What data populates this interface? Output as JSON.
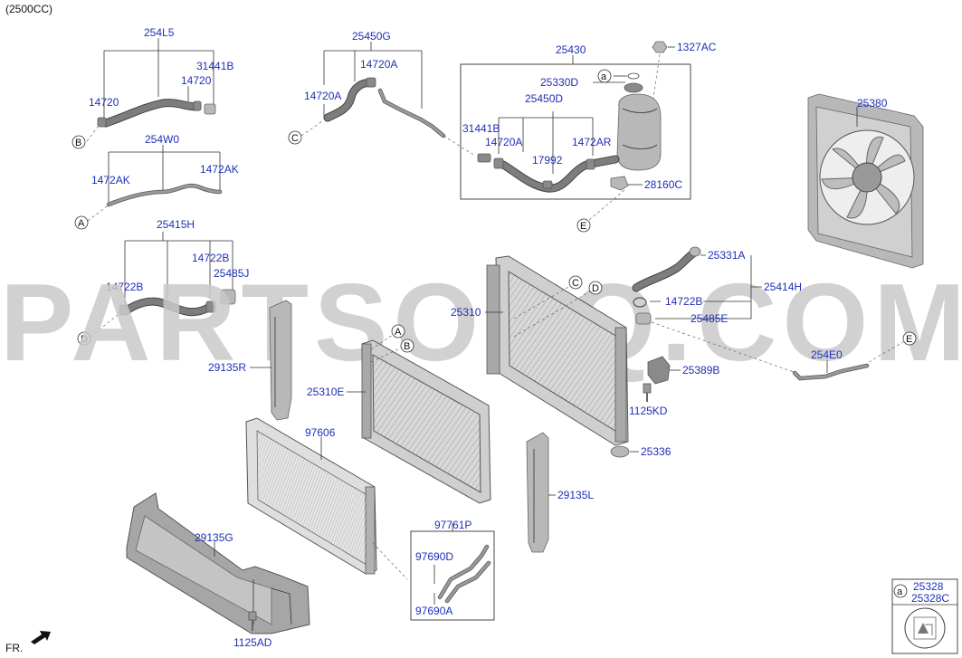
{
  "engine_label": "(2500CC)",
  "watermark": "PARTSOUQ.COM",
  "fr_label": "FR.",
  "parts": {
    "p254L5": "254L5",
    "p31441B_a": "31441B",
    "p14720_a": "14720",
    "p14720_b": "14720",
    "p254W0": "254W0",
    "p1472AK_a": "1472AK",
    "p1472AK_b": "1472AK",
    "p25415H": "25415H",
    "p14722B_a": "14722B",
    "p14722B_b": "14722B",
    "p25485J": "25485J",
    "p25450G": "25450G",
    "p14720A_a": "14720A",
    "p14720A_b": "14720A",
    "p25430": "25430",
    "p1327AC": "1327AC",
    "p25330D": "25330D",
    "p25450D": "25450D",
    "p31441B_b": "31441B",
    "p14720A_c": "14720A",
    "p17992": "17992",
    "p1472AR": "1472AR",
    "p28160C": "28160C",
    "p25380": "25380",
    "p25331A": "25331A",
    "p25414H": "25414H",
    "p14722B_c": "14722B",
    "p25485E": "25485E",
    "p254E0": "254E0",
    "p25310": "25310",
    "p25389B": "25389B",
    "p1125KD": "1125KD",
    "p25336": "25336",
    "p29135R": "29135R",
    "p25310E": "25310E",
    "p97606": "97606",
    "p29135L": "29135L",
    "p97761P": "97761P",
    "p97690D": "97690D",
    "p97690A": "97690A",
    "p29135G": "29135G",
    "p1125AD": "1125AD",
    "p25328": "25328",
    "p25328C": "25328C"
  },
  "refs": {
    "A": "A",
    "B": "B",
    "C": "C",
    "D": "D",
    "E": "E",
    "a": "a"
  }
}
